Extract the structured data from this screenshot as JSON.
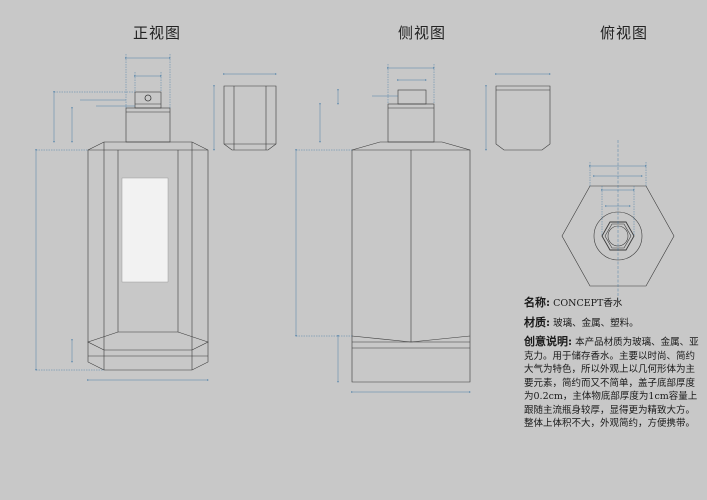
{
  "views": {
    "front": "正视图",
    "side": "侧视图",
    "top": "俯视图"
  },
  "spec": {
    "name_label": "名称:",
    "name_value": "CONCEPT香水",
    "material_label": "材质:",
    "material_value": "玻璃、金属、塑料。",
    "desc_label": "创意说明:",
    "desc_value": "本产品材质为玻璃、金属、亚克力。用于储存香水。主要以时尚、简约大气为特色，所以外观上以几何形体为主要元素，简约而又不简单，盖子底部厚度为0.2cm，主体物底部厚度为1cm容量上跟随主流瓶身较厚，显得更为精致大方。整体上体积不大，外观简约，方便携带。"
  },
  "colors": {
    "background": "#c8c8c8",
    "outline": "#3a3a3a",
    "dimension": "#2e6c9e",
    "label_panel": "#f2f2f2"
  }
}
